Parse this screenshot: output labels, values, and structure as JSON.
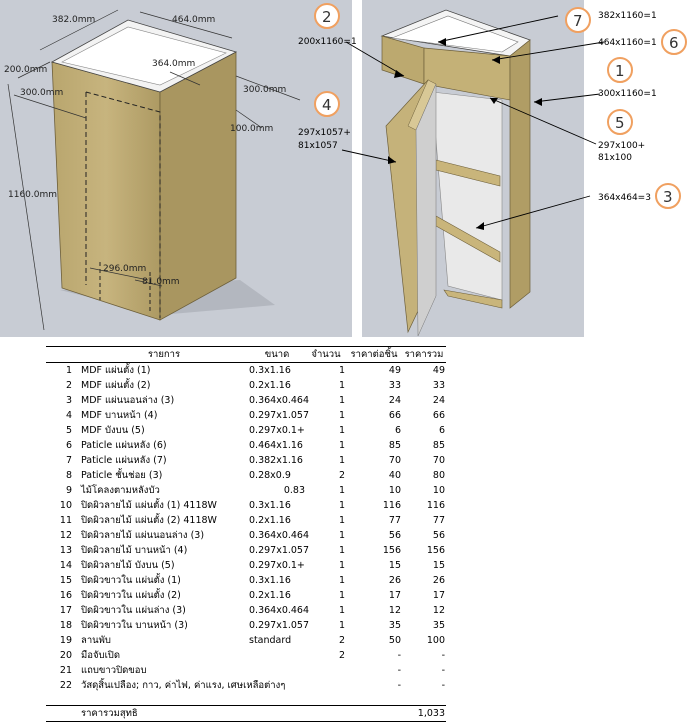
{
  "left_drawing": {
    "dims": {
      "top_width": "382.0mm",
      "top_depth": "464.0mm",
      "left_200": "200.0mm",
      "inner_364": "364.0mm",
      "left_300": "300.0mm",
      "right_300": "300.0mm",
      "right_100": "100.0mm",
      "height": "1160.0mm",
      "bottom_296": "296.0mm",
      "bottom_81": "81.0mm"
    }
  },
  "right_drawing": {
    "callouts": [
      {
        "num": "7",
        "label": "382x1160=1"
      },
      {
        "num": "6",
        "label": "464x1160=1"
      },
      {
        "num": "2",
        "label": "200x1160=1"
      },
      {
        "num": "1",
        "label": "300x1160=1"
      },
      {
        "num": "4",
        "label_lines": [
          "297x1057+",
          "81x1057"
        ]
      },
      {
        "num": "5",
        "label_lines": [
          "297x100+",
          "81x100"
        ]
      },
      {
        "num": "3",
        "label": "364x464=3"
      }
    ]
  },
  "table": {
    "headers": {
      "item": "รายการ",
      "size": "ขนาด",
      "qty": "จำนวน",
      "unit_price": "ราคาต่อชิ้น",
      "total": "ราคารวม"
    },
    "rows": [
      {
        "no": "1",
        "item": "MDF แผ่นตั้ง (1)",
        "size": "0.3x1.16",
        "qty": "1",
        "unit": "49",
        "total": "49"
      },
      {
        "no": "2",
        "item": "MDF แผ่นตั้ง (2)",
        "size": "0.2x1.16",
        "qty": "1",
        "unit": "33",
        "total": "33"
      },
      {
        "no": "3",
        "item": "MDF แผ่นนอนล่าง (3)",
        "size": "0.364x0.464",
        "qty": "1",
        "unit": "24",
        "total": "24"
      },
      {
        "no": "4",
        "item": "MDF บานหน้า (4)",
        "size": "0.297x1.057",
        "qty": "1",
        "unit": "66",
        "total": "66"
      },
      {
        "no": "5",
        "item": "MDF บังบน (5)",
        "size": "0.297x0.1+",
        "qty": "1",
        "unit": "6",
        "total": "6"
      },
      {
        "no": "6",
        "item": "Paticle แผ่นหลัง (6)",
        "size": "0.464x1.16",
        "qty": "1",
        "unit": "85",
        "total": "85"
      },
      {
        "no": "7",
        "item": "Paticle แผ่นหลัง (7)",
        "size": "0.382x1.16",
        "qty": "1",
        "unit": "70",
        "total": "70"
      },
      {
        "no": "8",
        "item": "Paticle ชั้นช่อย (3)",
        "size": "0.28x0.9",
        "qty": "2",
        "unit": "40",
        "total": "80"
      },
      {
        "no": "9",
        "item": "ไม้โคลงตามหลังบัว",
        "size": "0.83",
        "size_right": true,
        "qty": "1",
        "unit": "10",
        "total": "10"
      },
      {
        "no": "10",
        "item": "ปิดผิวลายไม้ แผ่นตั้ง (1) 4118W",
        "size": "0.3x1.16",
        "qty": "1",
        "unit": "116",
        "total": "116"
      },
      {
        "no": "11",
        "item": "ปิดผิวลายไม้ แผ่นตั้ง (2) 4118W",
        "size": "0.2x1.16",
        "qty": "1",
        "unit": "77",
        "total": "77"
      },
      {
        "no": "12",
        "item": "ปิดผิวลายไม้ แผ่นนอนล่าง (3)",
        "size": "0.364x0.464",
        "qty": "1",
        "unit": "56",
        "total": "56"
      },
      {
        "no": "13",
        "item": "ปิดผิวลายไม้ บานหน้า (4)",
        "size": "0.297x1.057",
        "qty": "1",
        "unit": "156",
        "total": "156"
      },
      {
        "no": "14",
        "item": "ปิดผิวลายไม้ บังบน (5)",
        "size": "0.297x0.1+",
        "qty": "1",
        "unit": "15",
        "total": "15"
      },
      {
        "no": "15",
        "item": "ปิดผิวขาวใน แผ่นตั้ง (1)",
        "size": "0.3x1.16",
        "qty": "1",
        "unit": "26",
        "total": "26"
      },
      {
        "no": "16",
        "item": "ปิดผิวขาวใน แผ่นตั้ง (2)",
        "size": "0.2x1.16",
        "qty": "1",
        "unit": "17",
        "total": "17"
      },
      {
        "no": "17",
        "item": "ปิดผิวขาวใน แผ่นล่าง (3)",
        "size": "0.364x0.464",
        "qty": "1",
        "unit": "12",
        "total": "12"
      },
      {
        "no": "18",
        "item": "ปิดผิวขาวใน บานหน้า (3)",
        "size": "0.297x1.057",
        "qty": "1",
        "unit": "35",
        "total": "35"
      },
      {
        "no": "19",
        "item": "ลานพับ",
        "size": "standard",
        "qty": "2",
        "unit": "50",
        "total": "100"
      },
      {
        "no": "20",
        "item": "มือจับเปิด",
        "size": "",
        "qty": "2",
        "unit": "-",
        "total": "-"
      },
      {
        "no": "21",
        "item": "แถบขาวปิดขอบ",
        "size": "",
        "qty": "",
        "unit": "-",
        "total": "-"
      },
      {
        "no": "22",
        "item": "วัสดุสิ้นเปลือง; กาว, ค่าไฟ, ค่าแรง, เศษเหลือต่างๆ",
        "size": "",
        "qty": "",
        "unit": "-",
        "total": "-"
      }
    ],
    "total_label": "ราคารวมสุทธิ",
    "total_value": "1,033"
  }
}
